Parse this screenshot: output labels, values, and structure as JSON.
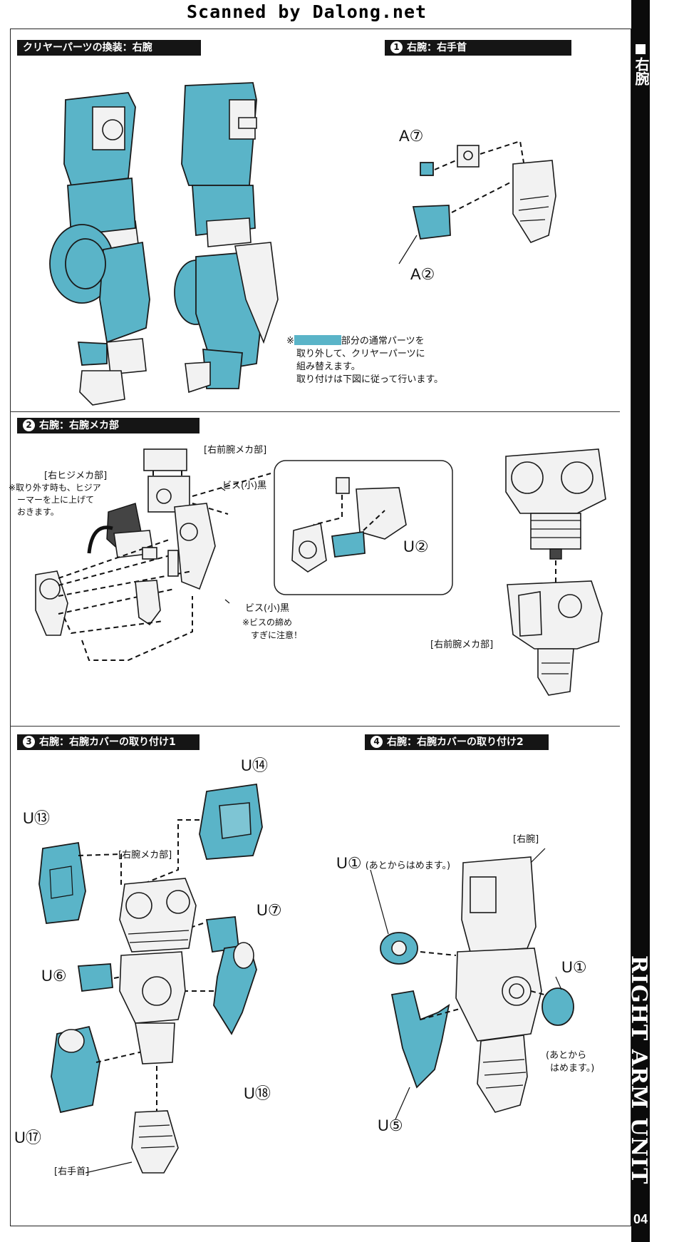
{
  "watermark": "Scanned by Dalong.net",
  "sidebar": {
    "title": "右腕",
    "vertical_text": "RIGHT ARM UNIT",
    "page_number": "04"
  },
  "sections": {
    "clear_parts": {
      "title": "クリヤーパーツの換装：右腕"
    },
    "step1": {
      "number": "1",
      "title": "右腕：右手首",
      "labels": {
        "a7": "A⑦",
        "a2": "A②"
      }
    },
    "note": {
      "mark": "※",
      "line1_suffix": "部分の通常パーツを",
      "line2": "取り外して、クリヤーパーツに",
      "line3": "組み替えます。",
      "line4": "取り付けは下図に従って行います。"
    },
    "step2": {
      "number": "2",
      "title": "右腕：右腕メカ部",
      "labels": {
        "forearm_mecha": "[右前腕メカ部]",
        "elbow_mecha": "[右ヒジメカ部]",
        "remove_note": [
          "※取り外す時も、ヒジア",
          "ーマーを上に上げて",
          "おきます。"
        ],
        "screw_top": "ビス(小)黒",
        "screw_mid": "ビス(小)黒",
        "screw_note": [
          "※ビスの締め",
          "すぎに注意！"
        ],
        "u2": "U②",
        "forearm_mecha_right": "[右前腕メカ部]"
      }
    },
    "step3": {
      "number": "3",
      "title": "右腕：右腕カバーの取り付け1",
      "labels": {
        "u14": "U⑭",
        "u13": "U⑬",
        "arm_mecha": "[右腕メカ部]",
        "u7": "U⑦",
        "u6": "U⑥",
        "u18": "U⑱",
        "u17": "U⑰",
        "wrist": "[右手首]"
      }
    },
    "step4": {
      "number": "4",
      "title": "右腕：右腕カバーの取り付け2",
      "labels": {
        "right_arm": "[右腕]",
        "u1_left": "U①",
        "u1_left_note": "(あとからはめます。)",
        "u1_right": "U①",
        "u1_right_note": [
          "(あとから",
          "はめます。)"
        ],
        "u5": "U⑤"
      }
    }
  },
  "colors": {
    "clear_part": "#5ab4c8",
    "header_bg": "#151515",
    "sidebar_bg": "#0b0b0b"
  }
}
